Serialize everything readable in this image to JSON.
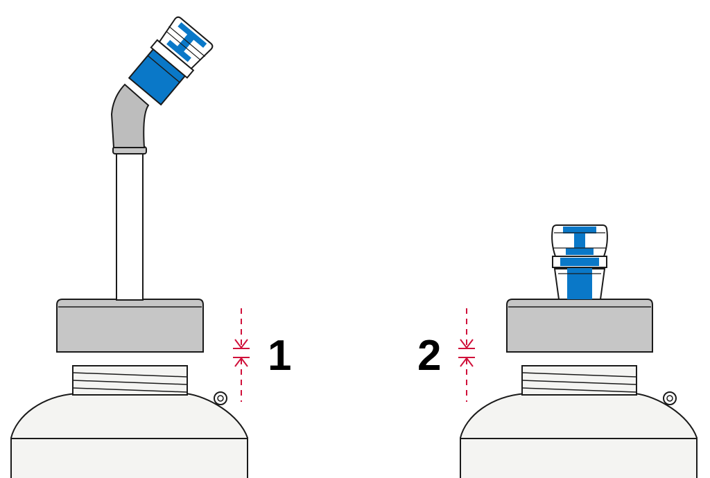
{
  "steps": [
    {
      "number": "1",
      "variant": "bottle-with-angled-straw-cap"
    },
    {
      "number": "2",
      "variant": "bottle-with-valve-cap"
    }
  ],
  "colors": {
    "accent_blue": "#0a78c8",
    "cap_gray": "#c6c6c6",
    "straw_gray": "#bdbdbd",
    "bottle_fill": "#f4f4f2",
    "arrow_red": "#d0103a",
    "outline": "#1a1a1a"
  }
}
